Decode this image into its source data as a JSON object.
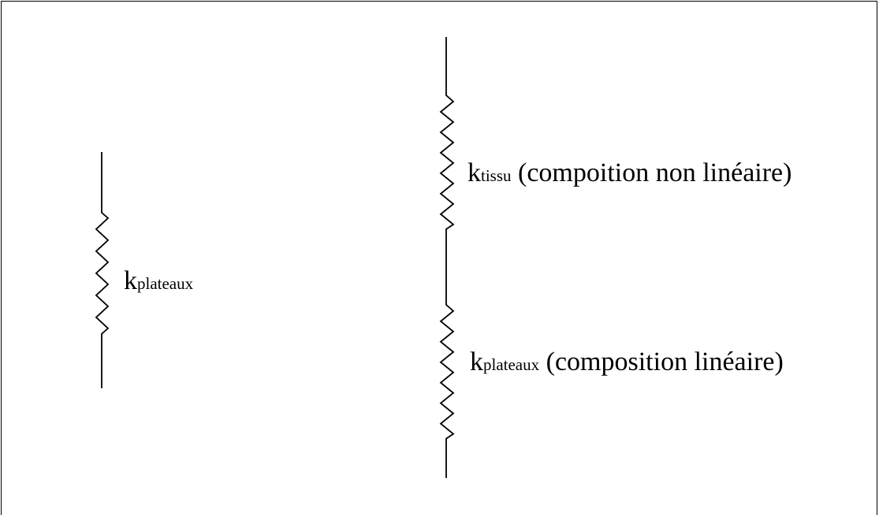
{
  "springs": {
    "left": {
      "symbol": "k",
      "subscript": "plateaux"
    },
    "top": {
      "symbol": "k",
      "subscript": "tissu",
      "description": " (compoition non linéaire)"
    },
    "bottom": {
      "symbol": "k",
      "subscript": "plateaux",
      "description": " (composition linéaire)"
    }
  },
  "colors": {
    "line": "#000000",
    "background": "#ffffff"
  }
}
